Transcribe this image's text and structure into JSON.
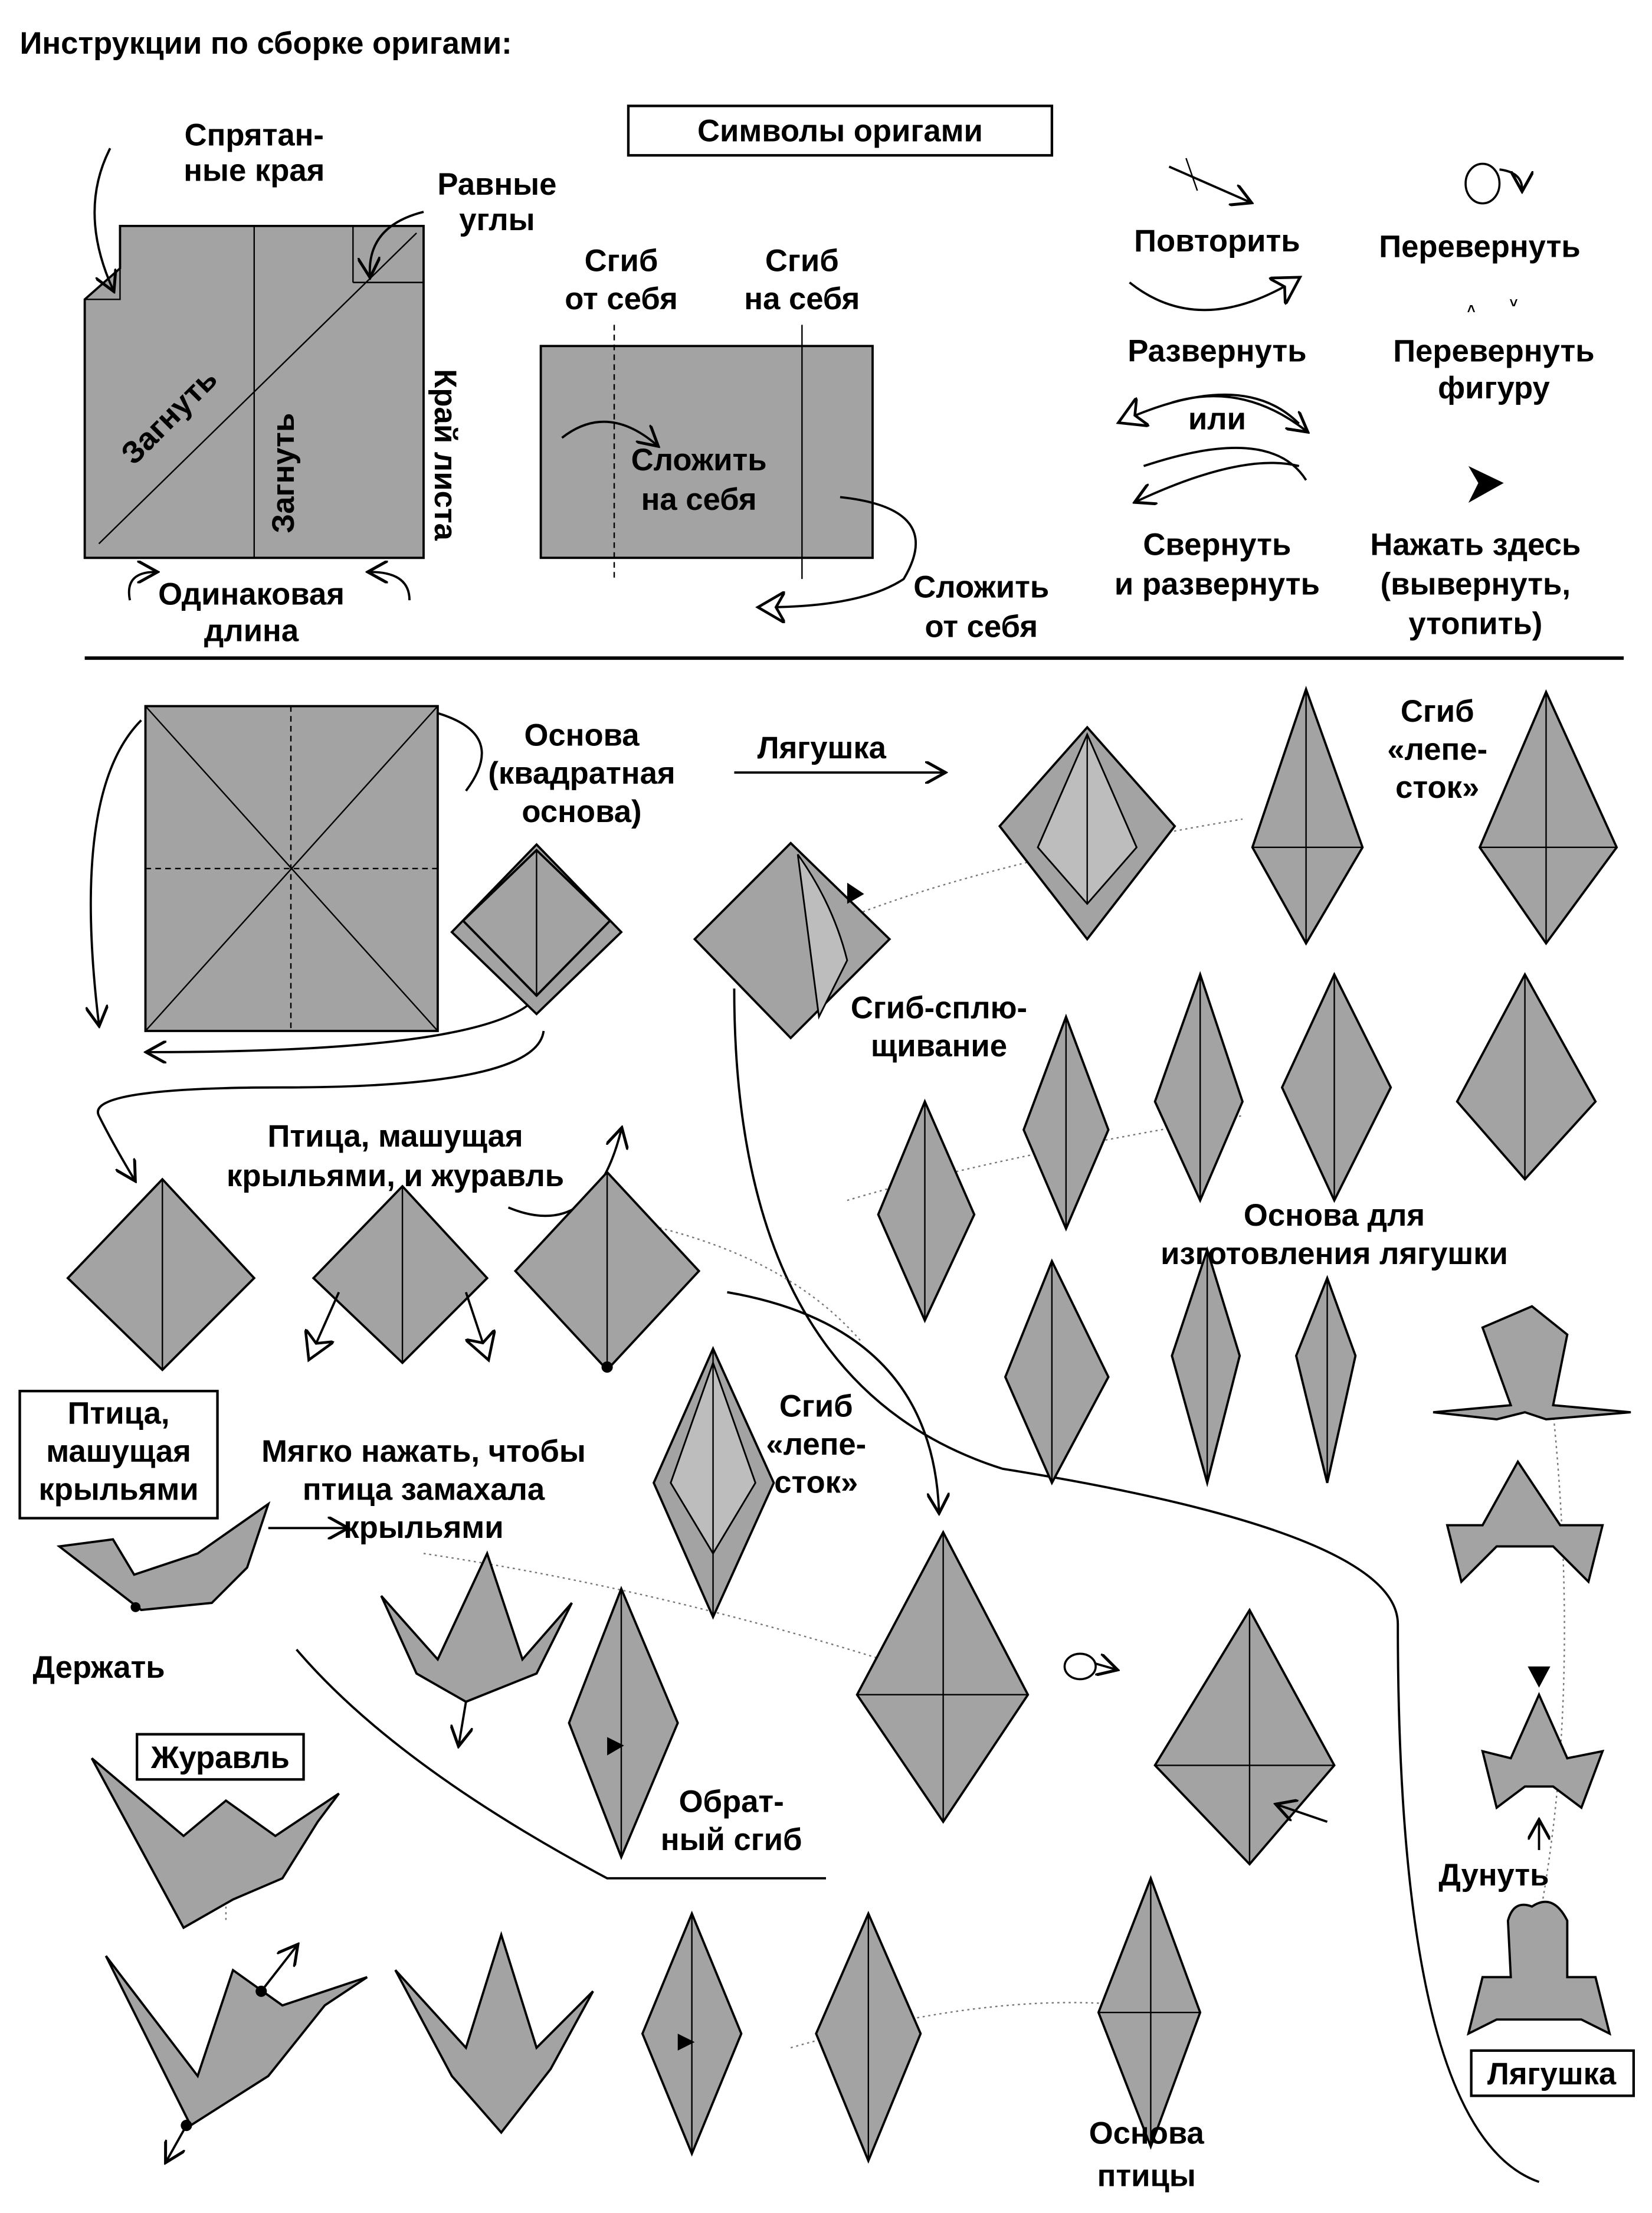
{
  "title": "Инструкции по сборке оригами:",
  "legend": {
    "symbols_box": "Символы оригами",
    "hidden_edges": [
      "Спрятан-",
      "ные края"
    ],
    "equal_angles": [
      "Равные",
      "углы"
    ],
    "sheet_edge": "Край листа",
    "fold_diag": "Загнуть",
    "fold_vert": "Загнуть",
    "same_length": [
      "Одинаковая",
      "длина"
    ],
    "valley": [
      "Сгиб",
      "от себя"
    ],
    "mountain": [
      "Сгиб",
      "на себя"
    ],
    "fold_front": [
      "Сложить",
      "на себя"
    ],
    "fold_back": [
      "Сложить",
      "от себя"
    ],
    "repeat": "Повторить",
    "unfold": "Развернуть",
    "or": "или",
    "fold_unfold": [
      "Свернуть",
      "и развернуть"
    ],
    "turn_over": "Перевернуть",
    "rotate": [
      "Перевернуть",
      "фигуру"
    ],
    "push": [
      "Нажать здесь",
      "(вывернуть,",
      "утопить)"
    ]
  },
  "steps": {
    "square_base": [
      "Основа",
      "(квадратная",
      "основа)"
    ],
    "frog_arrow": "Лягушка",
    "petal_fold_1": [
      "Сгиб",
      "«лепе-",
      "сток»"
    ],
    "squash_fold": [
      "Сгиб-сплю-",
      "щивание"
    ],
    "flapping_and_crane": [
      "Птица, машущая",
      "крыльями, и журавль"
    ],
    "frog_base": [
      "Основа для",
      "изготовления лягушки"
    ],
    "flapping_bird_box": [
      "Птица,",
      "машущая",
      "крыльями"
    ],
    "press_gently": [
      "Мягко нажать, чтобы",
      "птица замахала",
      "крыльями"
    ],
    "hold": "Держать",
    "petal_fold_2": [
      "Сгиб",
      "«лепе-",
      "сток»"
    ],
    "crane_box": "Журавль",
    "reverse_fold": [
      "Обрат-",
      "ный сгиб"
    ],
    "blow": "Дунуть",
    "frog_box": "Лягушка",
    "bird_base": [
      "Основа",
      "птицы"
    ]
  }
}
